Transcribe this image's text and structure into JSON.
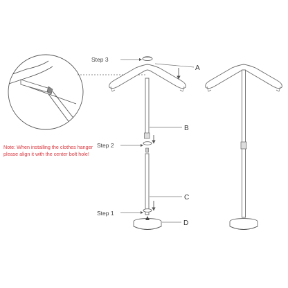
{
  "steps": {
    "step1": "Step 1",
    "step2": "Step 2",
    "step3": "Step 3"
  },
  "parts": {
    "a": "A",
    "b": "B",
    "c": "C",
    "d": "D"
  },
  "note": {
    "line1": "Note: When installing the clothes hanger",
    "line2": "please align it with the center bolt hole!"
  },
  "colors": {
    "note": "#d9363e",
    "line": "#555555"
  }
}
